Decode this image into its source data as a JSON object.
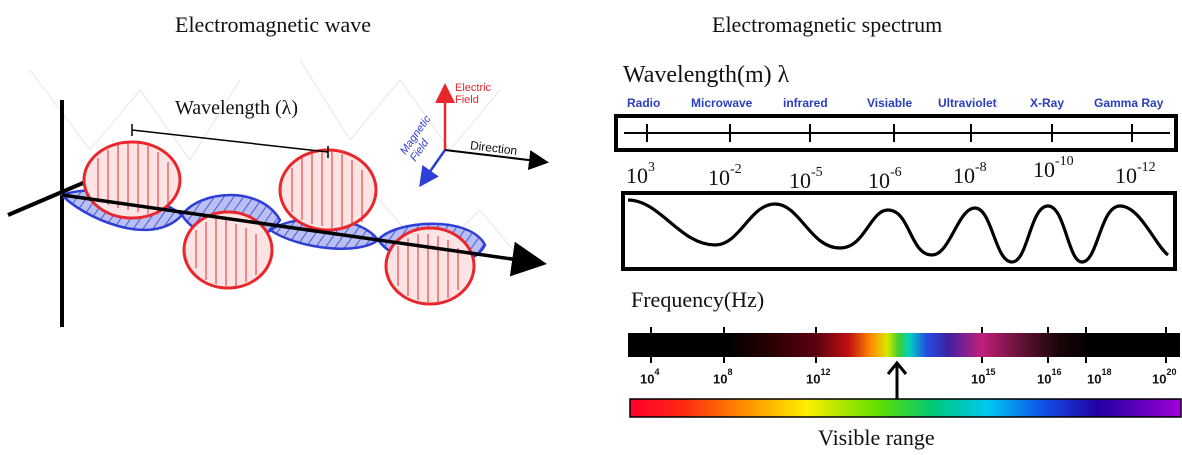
{
  "left_panel": {
    "title": "Electromagnetic wave",
    "wavelength_label": "Wavelength (λ)",
    "axes": {
      "electric": "Electric Field",
      "magnetic": "Magnetic Field",
      "direction": "Direction"
    },
    "colors": {
      "electric": "#e8262b",
      "magnetic": "#2f3fd6"
    }
  },
  "right_panel": {
    "title": "Electromagnetic spectrum",
    "wavelength_heading": "Wavelength(m) λ",
    "bands": [
      "Radio",
      "Microwave",
      "infrared",
      "Visiable",
      "Ultraviolet",
      "X-Ray",
      "Gamma Ray"
    ],
    "wavelength_exponents": [
      {
        "base": "10",
        "exp": "3"
      },
      {
        "base": "10",
        "exp": "-2"
      },
      {
        "base": "10",
        "exp": "-5"
      },
      {
        "base": "10",
        "exp": "-6"
      },
      {
        "base": "10",
        "exp": "-8"
      },
      {
        "base": "10",
        "exp": "-10"
      },
      {
        "base": "10",
        "exp": "-12"
      }
    ],
    "frequency_heading": "Frequency(Hz)",
    "frequency_exponents": [
      {
        "base": "10",
        "exp": "4"
      },
      {
        "base": "10",
        "exp": "8"
      },
      {
        "base": "10",
        "exp": "12"
      },
      {
        "base": "10",
        "exp": "15"
      },
      {
        "base": "10",
        "exp": "16"
      },
      {
        "base": "10",
        "exp": "18"
      },
      {
        "base": "10",
        "exp": "20"
      }
    ],
    "visible_label": "Visible range",
    "band_label_color": "#2a3fbf"
  }
}
